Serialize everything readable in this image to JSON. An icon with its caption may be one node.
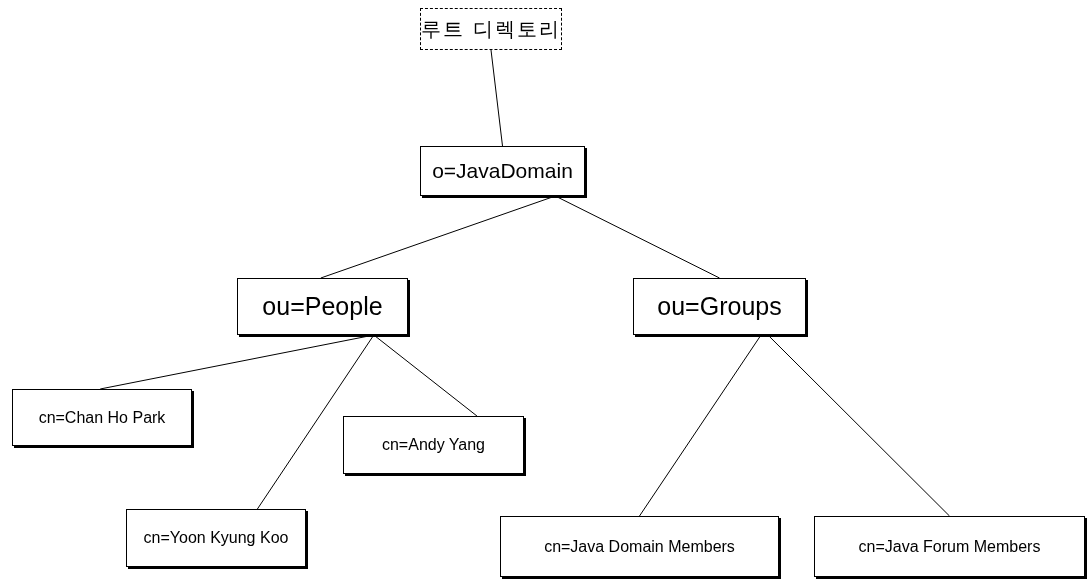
{
  "diagram": {
    "nodes": [
      {
        "text": [
          "루트 디렉토리"
        ]
      },
      {
        "text": [
          "o=JavaDomain"
        ]
      },
      {
        "text": [
          "ou=People"
        ]
      },
      {
        "text": [
          "ou=Groups"
        ]
      },
      {
        "text": [
          "cn=Chan Ho Park"
        ]
      },
      {
        "text": [
          "cn=Andy Yang"
        ]
      },
      {
        "text": [
          "cn=Yoon Kyung Koo"
        ]
      },
      {
        "text": [
          "cn=Java Domain Members"
        ]
      },
      {
        "text": [
          "cn=Java Forum Members"
        ]
      }
    ],
    "edges": [
      {
        "from": 0,
        "to": 1,
        "arrow": "none"
      },
      {
        "from": 1,
        "to": 2,
        "arrow": "none"
      },
      {
        "from": 1,
        "to": 3,
        "arrow": "none"
      },
      {
        "from": 2,
        "to": 4,
        "arrow": "none"
      },
      {
        "from": 2,
        "to": 5,
        "arrow": "none"
      },
      {
        "from": 2,
        "to": 6,
        "arrow": "none"
      },
      {
        "from": 3,
        "to": 7,
        "arrow": "none"
      },
      {
        "from": 3,
        "to": 8,
        "arrow": "none"
      }
    ]
  }
}
